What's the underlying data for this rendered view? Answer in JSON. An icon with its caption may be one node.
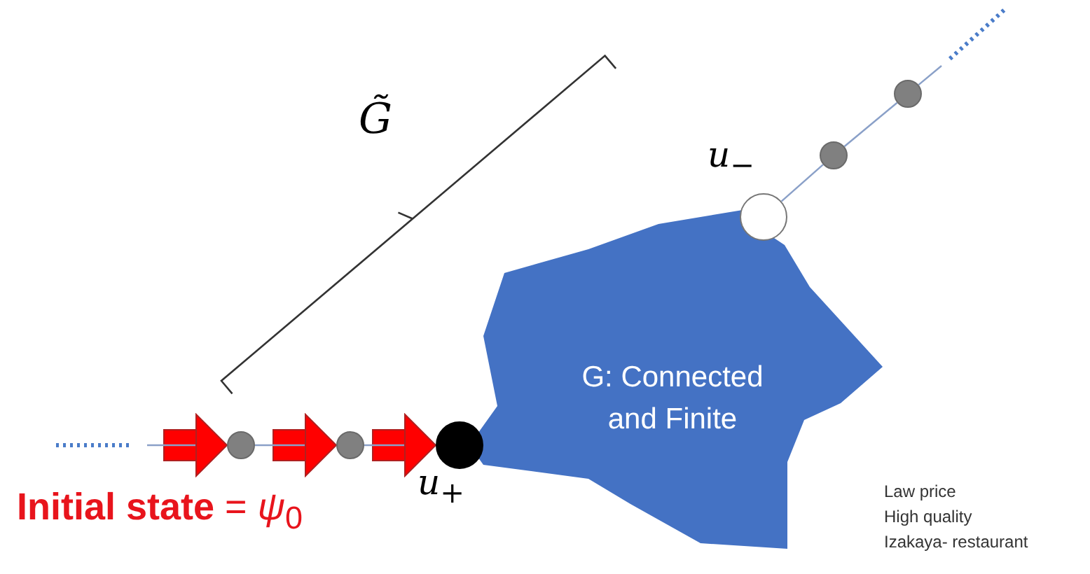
{
  "diagram": {
    "nodes": [
      {
        "text": [
          "G: Connected and Finite"
        ]
      },
      {
        "text": [],
        "shape": "circle"
      },
      {
        "text": [],
        "shape": "circle"
      },
      {
        "text": [],
        "shape": "circle",
        "beside": [
          "u$_{+}$"
        ]
      },
      {
        "text": [],
        "shape": "circle",
        "beside": [
          "u$_{−}$"
        ]
      },
      {
        "text": [],
        "shape": "circle"
      },
      {
        "text": [],
        "shape": "circle"
      }
    ],
    "edges": [
      {
        "from": null,
        "to": 1,
        "arrow": "to"
      },
      {
        "from": 1,
        "to": 2,
        "arrow": "to"
      },
      {
        "from": 2,
        "to": 3,
        "arrow": "to"
      },
      {
        "from": 4,
        "to": 5,
        "arrow": "none"
      },
      {
        "from": 5,
        "to": 6,
        "arrow": "none"
      },
      {
        "from": 6,
        "to": null,
        "arrow": "none"
      }
    ],
    "labels": [
      "G̃",
      "**Initial state** = *ψ*$_{0}$",
      "Law price",
      "High quality",
      "Izakaya- restaurant"
    ]
  }
}
